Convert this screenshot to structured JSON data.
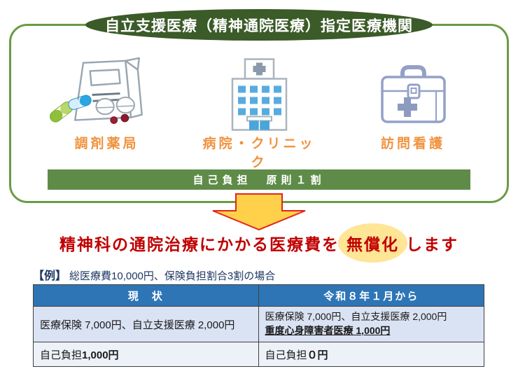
{
  "banner": {
    "title": "自立支援医療（精神通院医療）指定医療機関"
  },
  "facilities": [
    {
      "label": "調剤薬局",
      "icon": "pharmacy-bag-icon"
    },
    {
      "label": "病院・クリニック",
      "icon": "hospital-icon"
    },
    {
      "label": "訪問看護",
      "icon": "first-aid-kit-icon"
    }
  ],
  "copay_bar": {
    "text": "自己負担　原則１割"
  },
  "headline": {
    "prefix": "精神科の通院治療にかかる医療費を",
    "highlight": "無償化",
    "suffix": "します"
  },
  "example": {
    "label": "【例】",
    "text": "総医療費10,000円、保険負担割合3割の場合"
  },
  "table": {
    "headers": {
      "current": "現　状",
      "future": "令和８年１月から"
    },
    "breakdown": {
      "current": "医療保険 7,000円、自立支援医療 2,000円",
      "future_line1": "医療保険 7,000円、自立支援医療 2,000円",
      "future_line2": "重度心身障害者医療 1,000円"
    },
    "copay": {
      "current_label": "自己負担 ",
      "current_value": "1,000円",
      "future_label": "自己負担 ",
      "future_value": "０円"
    }
  },
  "colors": {
    "banner_green": "#3b5b28",
    "frame_green": "#6a9b44",
    "bar_green": "#5e8c48",
    "label_orange": "#f0923e",
    "headline_red": "#c00000",
    "highlight_yellow": "#ffe596",
    "arrow_fill": "#ffd04a",
    "arrow_border": "#e3261c",
    "table_header_blue": "#2e75b6",
    "row_breakdown_bg": "#dae3f3",
    "row_copay_bg": "#edf1f8"
  }
}
